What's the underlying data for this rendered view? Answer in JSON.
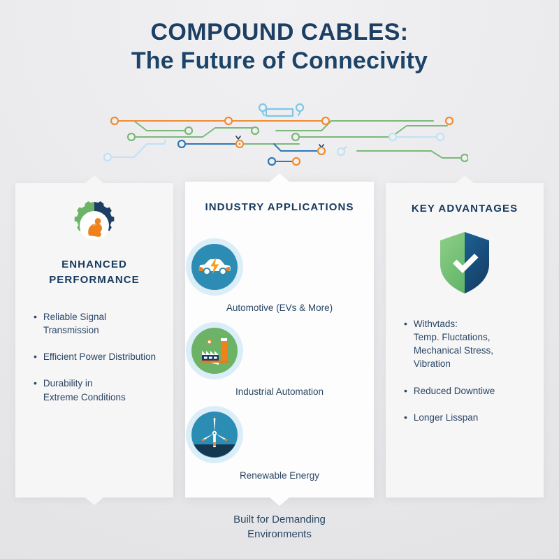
{
  "title": {
    "line1": "COMPOUND CABLES:",
    "line2": "The Future of Connecivity"
  },
  "graphic": {
    "name": "circuit-trace-graphic",
    "colors": {
      "green": "#7cb87a",
      "orange": "#f08c33",
      "blue": "#2f78b5",
      "light_blue": "#9fd2ef",
      "pale_blue": "#c9e6f7"
    }
  },
  "panels": {
    "left": {
      "icon": "gear-muscle-icon",
      "heading": "ENHANCED\nPERFORMANCE",
      "bullets": [
        "Reliable Signal Transmission",
        "Efficient Power Distribution",
        "Durability in\nExtreme Conditions"
      ]
    },
    "middle": {
      "heading": "INDUSTRY APPLICATIONS",
      "items": [
        {
          "icon": "electric-car-icon",
          "label": "Automotive (EVs & More)",
          "circle_color": "#2c8cb4"
        },
        {
          "icon": "factory-icon",
          "label": "Industrial Automation",
          "circle_color": "#6cb368"
        },
        {
          "icon": "wind-turbine-icon",
          "label": "Renewable Energy",
          "circle_color": "#2b8cb4"
        }
      ]
    },
    "right": {
      "icon": "shield-check-icon",
      "heading": "KEY ADVANTAGES",
      "bullets": [
        "Withvtads:\nTemp. Fluctations,\nMechanical Stress,\nVibration",
        "Reduced Downtiwe",
        "Longer Lisspan"
      ]
    }
  },
  "footer": {
    "text": "Built for Demanding\nEnvironments"
  },
  "theme": {
    "navy": "#1d3f63",
    "body_text": "#2a4663",
    "green": "#6cb368",
    "orange": "#f0821e",
    "teal": "#2c8cb4",
    "background": "#e9e9eb",
    "panel_bg": "#f6f6f7",
    "panel_bg_mid": "#fdfdfe"
  }
}
